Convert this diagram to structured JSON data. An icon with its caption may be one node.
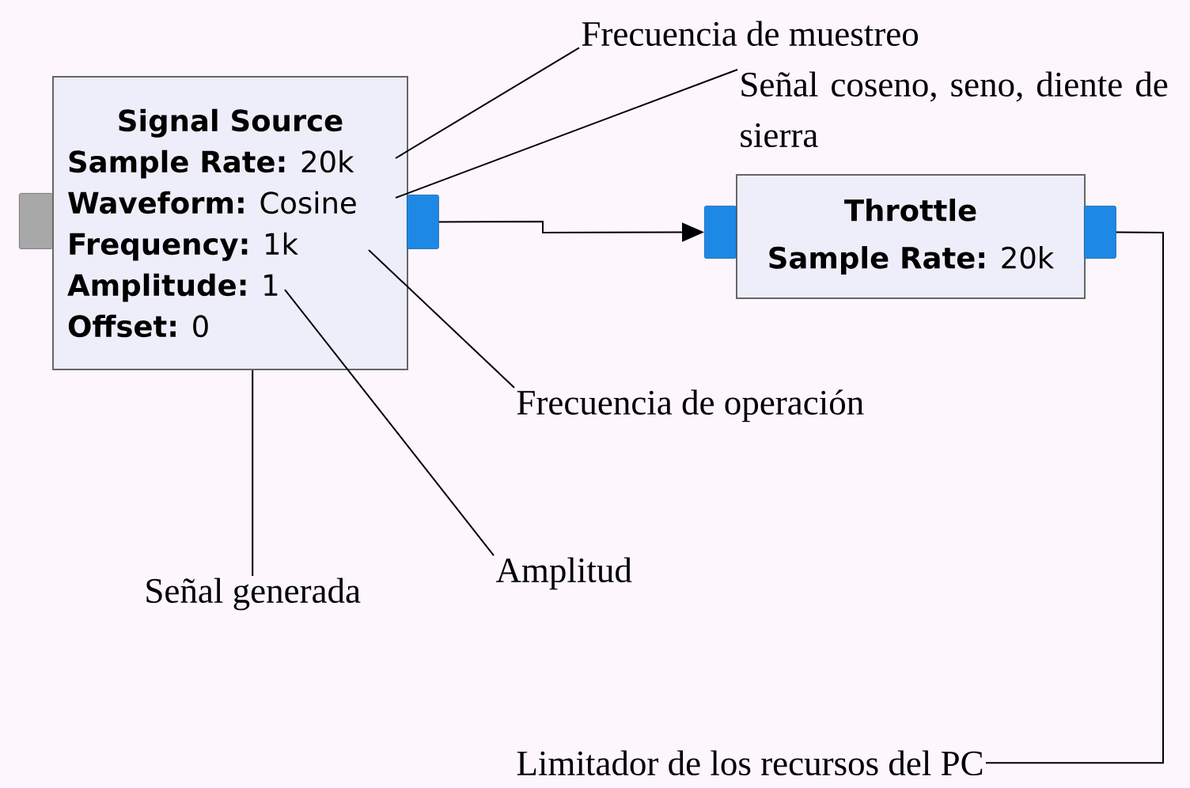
{
  "diagram": {
    "nodes": [
      {
        "text": [
          "Signal Source",
          "**Sample Rate:** 20k",
          "**Waveform:** Cosine",
          "**Frequency:** 1k",
          "**Amplitude:** 1",
          "**Offset:** 0"
        ]
      },
      {
        "text": [],
        "shape": "box"
      },
      {
        "text": [],
        "shape": "box"
      },
      {
        "text": [
          "Throttle",
          "**Sample Rate:** 20k"
        ]
      },
      {
        "text": [],
        "shape": "box"
      },
      {
        "text": [],
        "shape": "box"
      },
      {
        "text": [
          "Frecuencia de muestreo"
        ]
      },
      {
        "text": [
          "Señal coseno, seno, diente de sierra"
        ]
      },
      {
        "text": [
          "Frecuencia de operación"
        ]
      },
      {
        "text": [
          "Amplitud"
        ]
      },
      {
        "text": [
          "Señal generada"
        ]
      },
      {
        "text": [
          "Limitador de los recursos del PC"
        ]
      }
    ],
    "edges": [
      {
        "from": 2,
        "to": 4,
        "arrow": "to"
      },
      {
        "from": 5,
        "to": 11,
        "arrow": "none"
      },
      {
        "from": 6,
        "to": 0,
        "arrow": "none"
      },
      {
        "from": 7,
        "to": 0,
        "arrow": "none"
      },
      {
        "from": 8,
        "to": 0,
        "arrow": "none"
      },
      {
        "from": 9,
        "to": 0,
        "arrow": "none"
      },
      {
        "from": 10,
        "to": 0,
        "arrow": "none"
      }
    ]
  }
}
